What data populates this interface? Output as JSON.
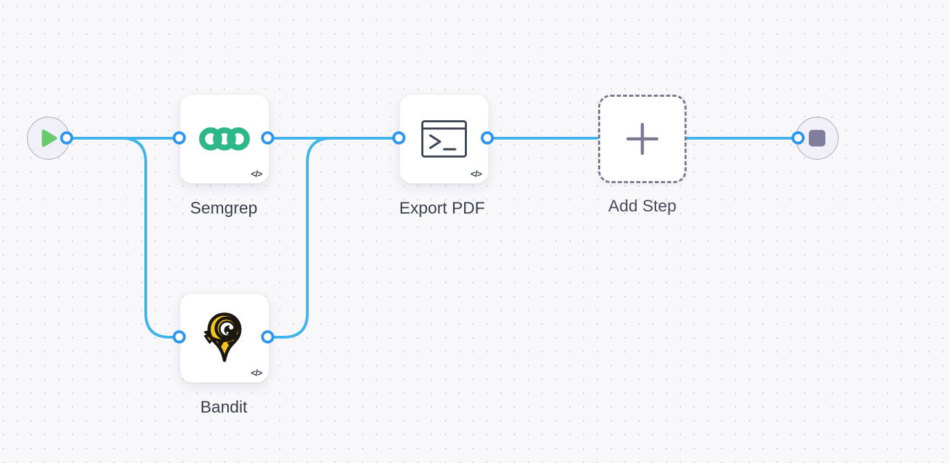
{
  "canvas": {
    "background": "#f8f8fb",
    "dot_color": "#d7d7e1"
  },
  "nodes": {
    "start": {
      "type": "start-trigger",
      "icon": "play-icon"
    },
    "semgrep": {
      "label": "Semgrep",
      "icon": "semgrep-logo",
      "badge": "</>"
    },
    "bandit": {
      "label": "Bandit",
      "icon": "bandit-logo",
      "badge": "</>"
    },
    "export_pdf": {
      "label": "Export PDF",
      "icon": "terminal-icon",
      "badge": "</>"
    },
    "add_step": {
      "label": "Add Step",
      "icon": "plus-icon",
      "style": "dashed-placeholder"
    },
    "end": {
      "type": "end-terminator",
      "icon": "stop-icon"
    }
  },
  "connections": [
    {
      "from": "start",
      "to": "semgrep"
    },
    {
      "from": "start",
      "to": "bandit"
    },
    {
      "from": "semgrep",
      "to": "export_pdf"
    },
    {
      "from": "bandit",
      "to": "export_pdf"
    },
    {
      "from": "export_pdf",
      "to": "end"
    }
  ],
  "colors": {
    "edge_blue": "#41b4ec",
    "port_blue": "#2b95f0",
    "semgrep_green": "#2eb88a",
    "play_green": "#68c96e",
    "bandit_yellow": "#f2c41c",
    "bandit_outline": "#1a1711",
    "icon_dark": "#3f4654",
    "label_text": "#3a3f4c",
    "dashed_gray": "#7b7992",
    "terminator_fill": "#f1f0f8",
    "terminator_border": "#a7a5ba",
    "stop_gray": "#817e9c"
  }
}
